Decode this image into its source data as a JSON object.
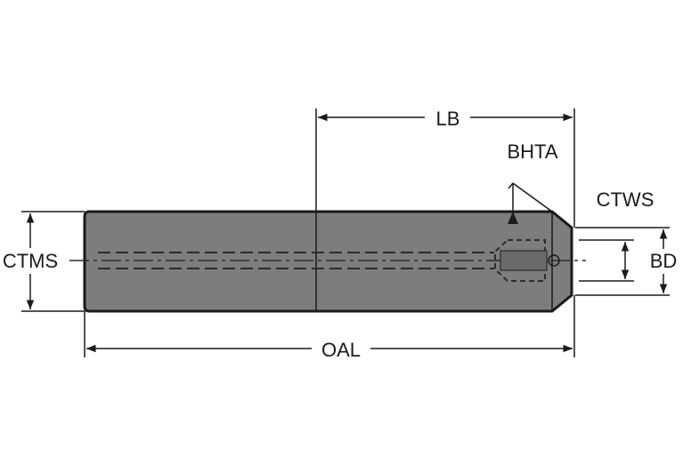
{
  "labels": {
    "lb": "LB",
    "bhta": "BHTA",
    "ctws": "CTWS",
    "ctms": "CTMS",
    "bd": "BD",
    "oal": "OAL"
  },
  "colors": {
    "body_fill": "#7d7d7d",
    "outline": "#1a1a1a",
    "hidden_line": "#2b2b2b",
    "background": "#ffffff"
  }
}
